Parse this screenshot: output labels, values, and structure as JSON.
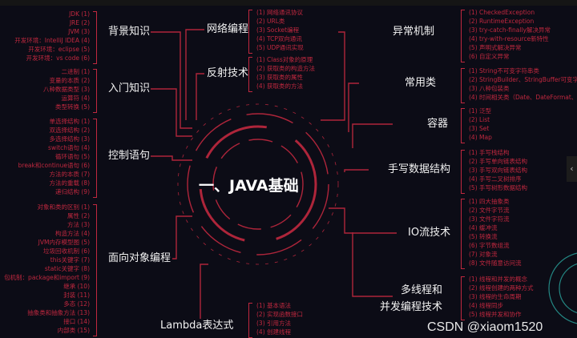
{
  "title": "一、JAVA基础",
  "watermark": "CSDN @xiaom1520",
  "colors": {
    "background": "#0c0c16",
    "accent": "#c0283f",
    "text": "#f2f2f2"
  },
  "icons": {
    "side_toggle": "chevron-left-icon"
  },
  "branches": [
    {
      "label": "背景知识",
      "leaves": [
        "JDK (1)",
        "JRE (2)",
        "JVM (3)",
        "开发环境：IntelliJ IDEA (4)",
        "开发环境：eclipse (5)",
        "开发环境：vs code (6)"
      ]
    },
    {
      "label": "入门知识",
      "leaves": [
        "二进制 (1)",
        "变量的本质 (2)",
        "八种数据类型 (3)",
        "运算符 (4)",
        "类型转换 (5)"
      ]
    },
    {
      "label": "控制语句",
      "leaves": [
        "单选择结构 (1)",
        "双选择结构 (2)",
        "多选择结构 (3)",
        "switch语句 (4)",
        "循环语句 (5)",
        "break和continue语句 (6)",
        "方法的本质 (7)",
        "方法的重载 (8)",
        "递归结构 (9)"
      ]
    },
    {
      "label": "面向对象编程",
      "leaves": [
        "对象和类的区别 (1)",
        "属性 (2)",
        "方法 (3)",
        "构造方法 (4)",
        "JVM内存模型图 (5)",
        "垃圾回收机制 (6)",
        "this关键字 (7)",
        "static关键字 (8)",
        "包机制：package和import (9)",
        "继承 (10)",
        "封装 (11)",
        "多态 (12)",
        "抽象类和抽象方法 (13)",
        "接口 (14)",
        "内部类 (15)"
      ]
    },
    {
      "label": "网络编程",
      "leaves": [
        "(1) 网络通讯协议",
        "(2) URL类",
        "(3) Socket编程",
        "(4) TCP双向通讯",
        "(5) UDP通讯实现"
      ]
    },
    {
      "label": "反射技术",
      "leaves": [
        "(1) Class对象的原理",
        "(2) 获取类的构造方法",
        "(3) 获取类的属性",
        "(4) 获取类的方法"
      ]
    },
    {
      "label": "Lambda表达式",
      "leaves": [
        "(1) 基本语法",
        "(2) 实现函数接口",
        "(3) 引用方法",
        "(4) 创建线程"
      ]
    },
    {
      "label": "异常机制",
      "leaves": [
        "(1) CheckedException",
        "(2) RuntimeException",
        "(3) try-catch-finally解决异常",
        "(4) try-with-resource新特性",
        "(5) 声明式解决异常",
        "(6) 自定义异常"
      ]
    },
    {
      "label": "常用类",
      "leaves": [
        "(1) String不可变字符串类",
        "(2) StringBuilder、StringBuffer可变字",
        "(3) 八种包装类",
        "(4) 时间相关类（Date、DateFormat、C"
      ]
    },
    {
      "label": "容器",
      "leaves": [
        "(1) 泛型",
        "(2) List",
        "(3) Set",
        "(4) Map"
      ]
    },
    {
      "label": "手写数据结构",
      "leaves": [
        "(1) 手写栈结构",
        "(2) 手写单向链表结构",
        "(3) 手写双向链表结构",
        "(4) 手写二叉树排序",
        "(5) 手写树形数据结构"
      ]
    },
    {
      "label": "IO流技术",
      "leaves": [
        "(1) 四大抽象类",
        "(2) 文件字节流",
        "(3) 文件字符流",
        "(4) 缓冲流",
        "(5) 转换流",
        "(6) 字节数组流",
        "(7) 对象流",
        "(8) 文件随意访问流"
      ]
    },
    {
      "label": "多线程和\n并发编程技术",
      "leaves": [
        "(1) 线程和并发的概念",
        "(2) 线程创建的两种方式",
        "(3) 线程的生命周期",
        "(4) 线程同步",
        "(5) 线程并发和协作"
      ]
    }
  ]
}
